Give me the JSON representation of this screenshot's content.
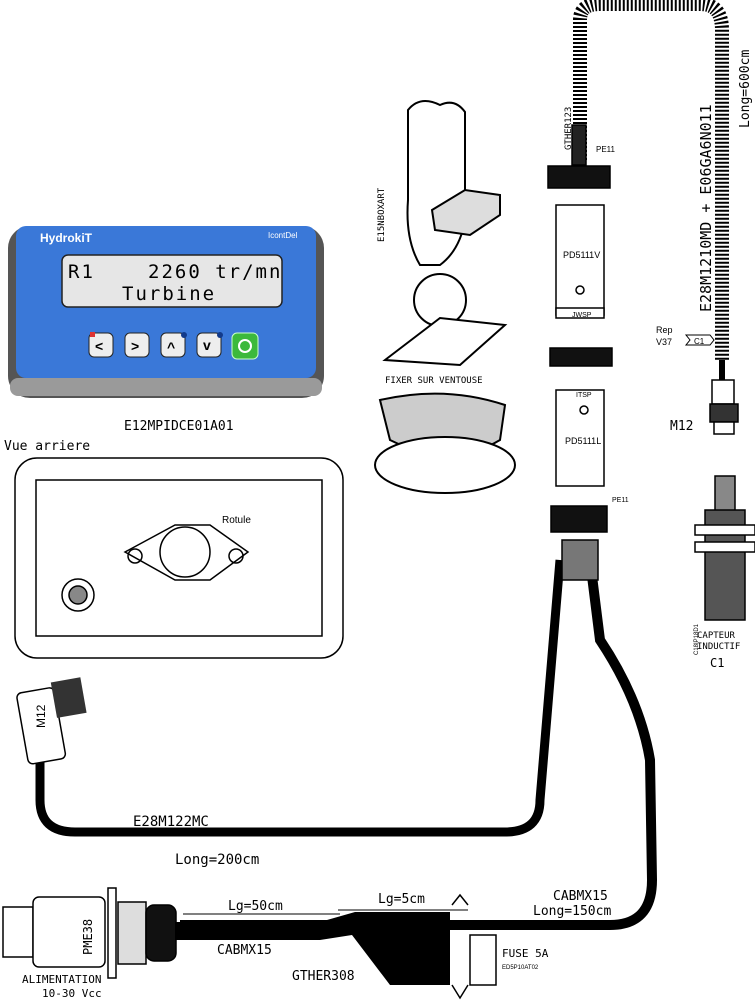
{
  "device_front": {
    "brand": "HydrokiT",
    "model_badge": "IcontDel",
    "lcd_line1_left": "R1",
    "lcd_line1_right": "2260 tr/mn",
    "lcd_line2": "Turbine",
    "buttons": [
      "<",
      ">",
      "^",
      "v",
      "power"
    ],
    "part_number": "E12MPIDCE01A01",
    "colors": {
      "panel": "#3a78d8",
      "lcd": "#e6e6e6",
      "power": "#3cb93c",
      "bezel": "#555555"
    }
  },
  "device_rear": {
    "title": "Vue arriere",
    "rotule_label": "Rotule"
  },
  "mount": {
    "part_number": "E15NBOXART",
    "caption": "FIXER SUR VENTOUSE"
  },
  "connector_upper": {
    "top_cable": "GTHER123",
    "gland": "PE11",
    "part": "PD5111V",
    "bottom_label": "JWSP"
  },
  "connector_lower": {
    "top_label": "ITSP",
    "part": "PD5111L",
    "gland": "PE11"
  },
  "coil_cable": {
    "part": "E28M1210MD + E06GA6N011",
    "length": "Long=600cm"
  },
  "sensor": {
    "rep": "Rep",
    "rep_code": "V37",
    "rep_tag": "C1",
    "connector": "M12",
    "sensor_part": "C18IP18D1",
    "caption_1": "CAPTEUR",
    "caption_2": "INDUCTIF",
    "id": "C1"
  },
  "display_cable": {
    "connector": "M12",
    "part": "E28M122MC",
    "length": "Long=200cm"
  },
  "power": {
    "connector": "PME38",
    "caption_1": "ALIMENTATION",
    "caption_2": "10-30 Vcc",
    "lg50": "Lg=50cm",
    "lg5": "Lg=5cm",
    "cable_short": "CABMX15",
    "splitter": "GTHER308",
    "cable_long": "CABMX15",
    "cable_long_length": "Long=150cm",
    "fuse": "FUSE 5A",
    "fuse_part": "ED5P10AT02"
  }
}
